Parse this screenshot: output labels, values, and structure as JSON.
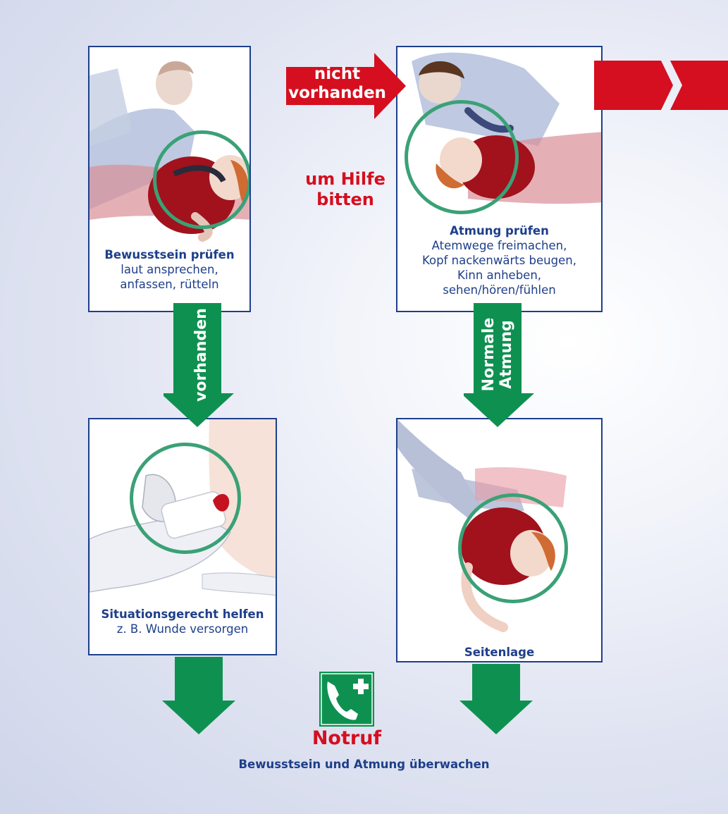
{
  "panels": {
    "consciousness": {
      "title": "Bewusstsein prüfen",
      "lines": [
        "laut ansprechen,",
        "anfassen, rütteln"
      ]
    },
    "breathing": {
      "title": "Atmung prüfen",
      "lines": [
        "Atemwege freimachen,",
        "Kopf nackenwärts beugen,",
        "Kinn anheben,",
        "sehen/hören/fühlen"
      ]
    },
    "help": {
      "title_lines": [
        "Situationsgerecht",
        "helfen"
      ],
      "line": "z. B. Wunde versorgen"
    },
    "recovery": {
      "title": "Seitenlage"
    }
  },
  "arrows": {
    "not_present": [
      "nicht",
      "vorhanden"
    ],
    "present": "vorhanden",
    "normal_breathing": [
      "Normale",
      "Atmung"
    ]
  },
  "ask_for_help": [
    "um Hilfe",
    "bitten"
  ],
  "emergency_call": {
    "label": "Notruf",
    "icon": "phone-plus-icon"
  },
  "footer": "Bewusstsein und Atmung überwachen",
  "colors": {
    "border_blue": "#1e3f8a",
    "ring_green": "#3aa176",
    "arrow_green": "#0e9150",
    "arrow_red": "#d50f1f"
  }
}
